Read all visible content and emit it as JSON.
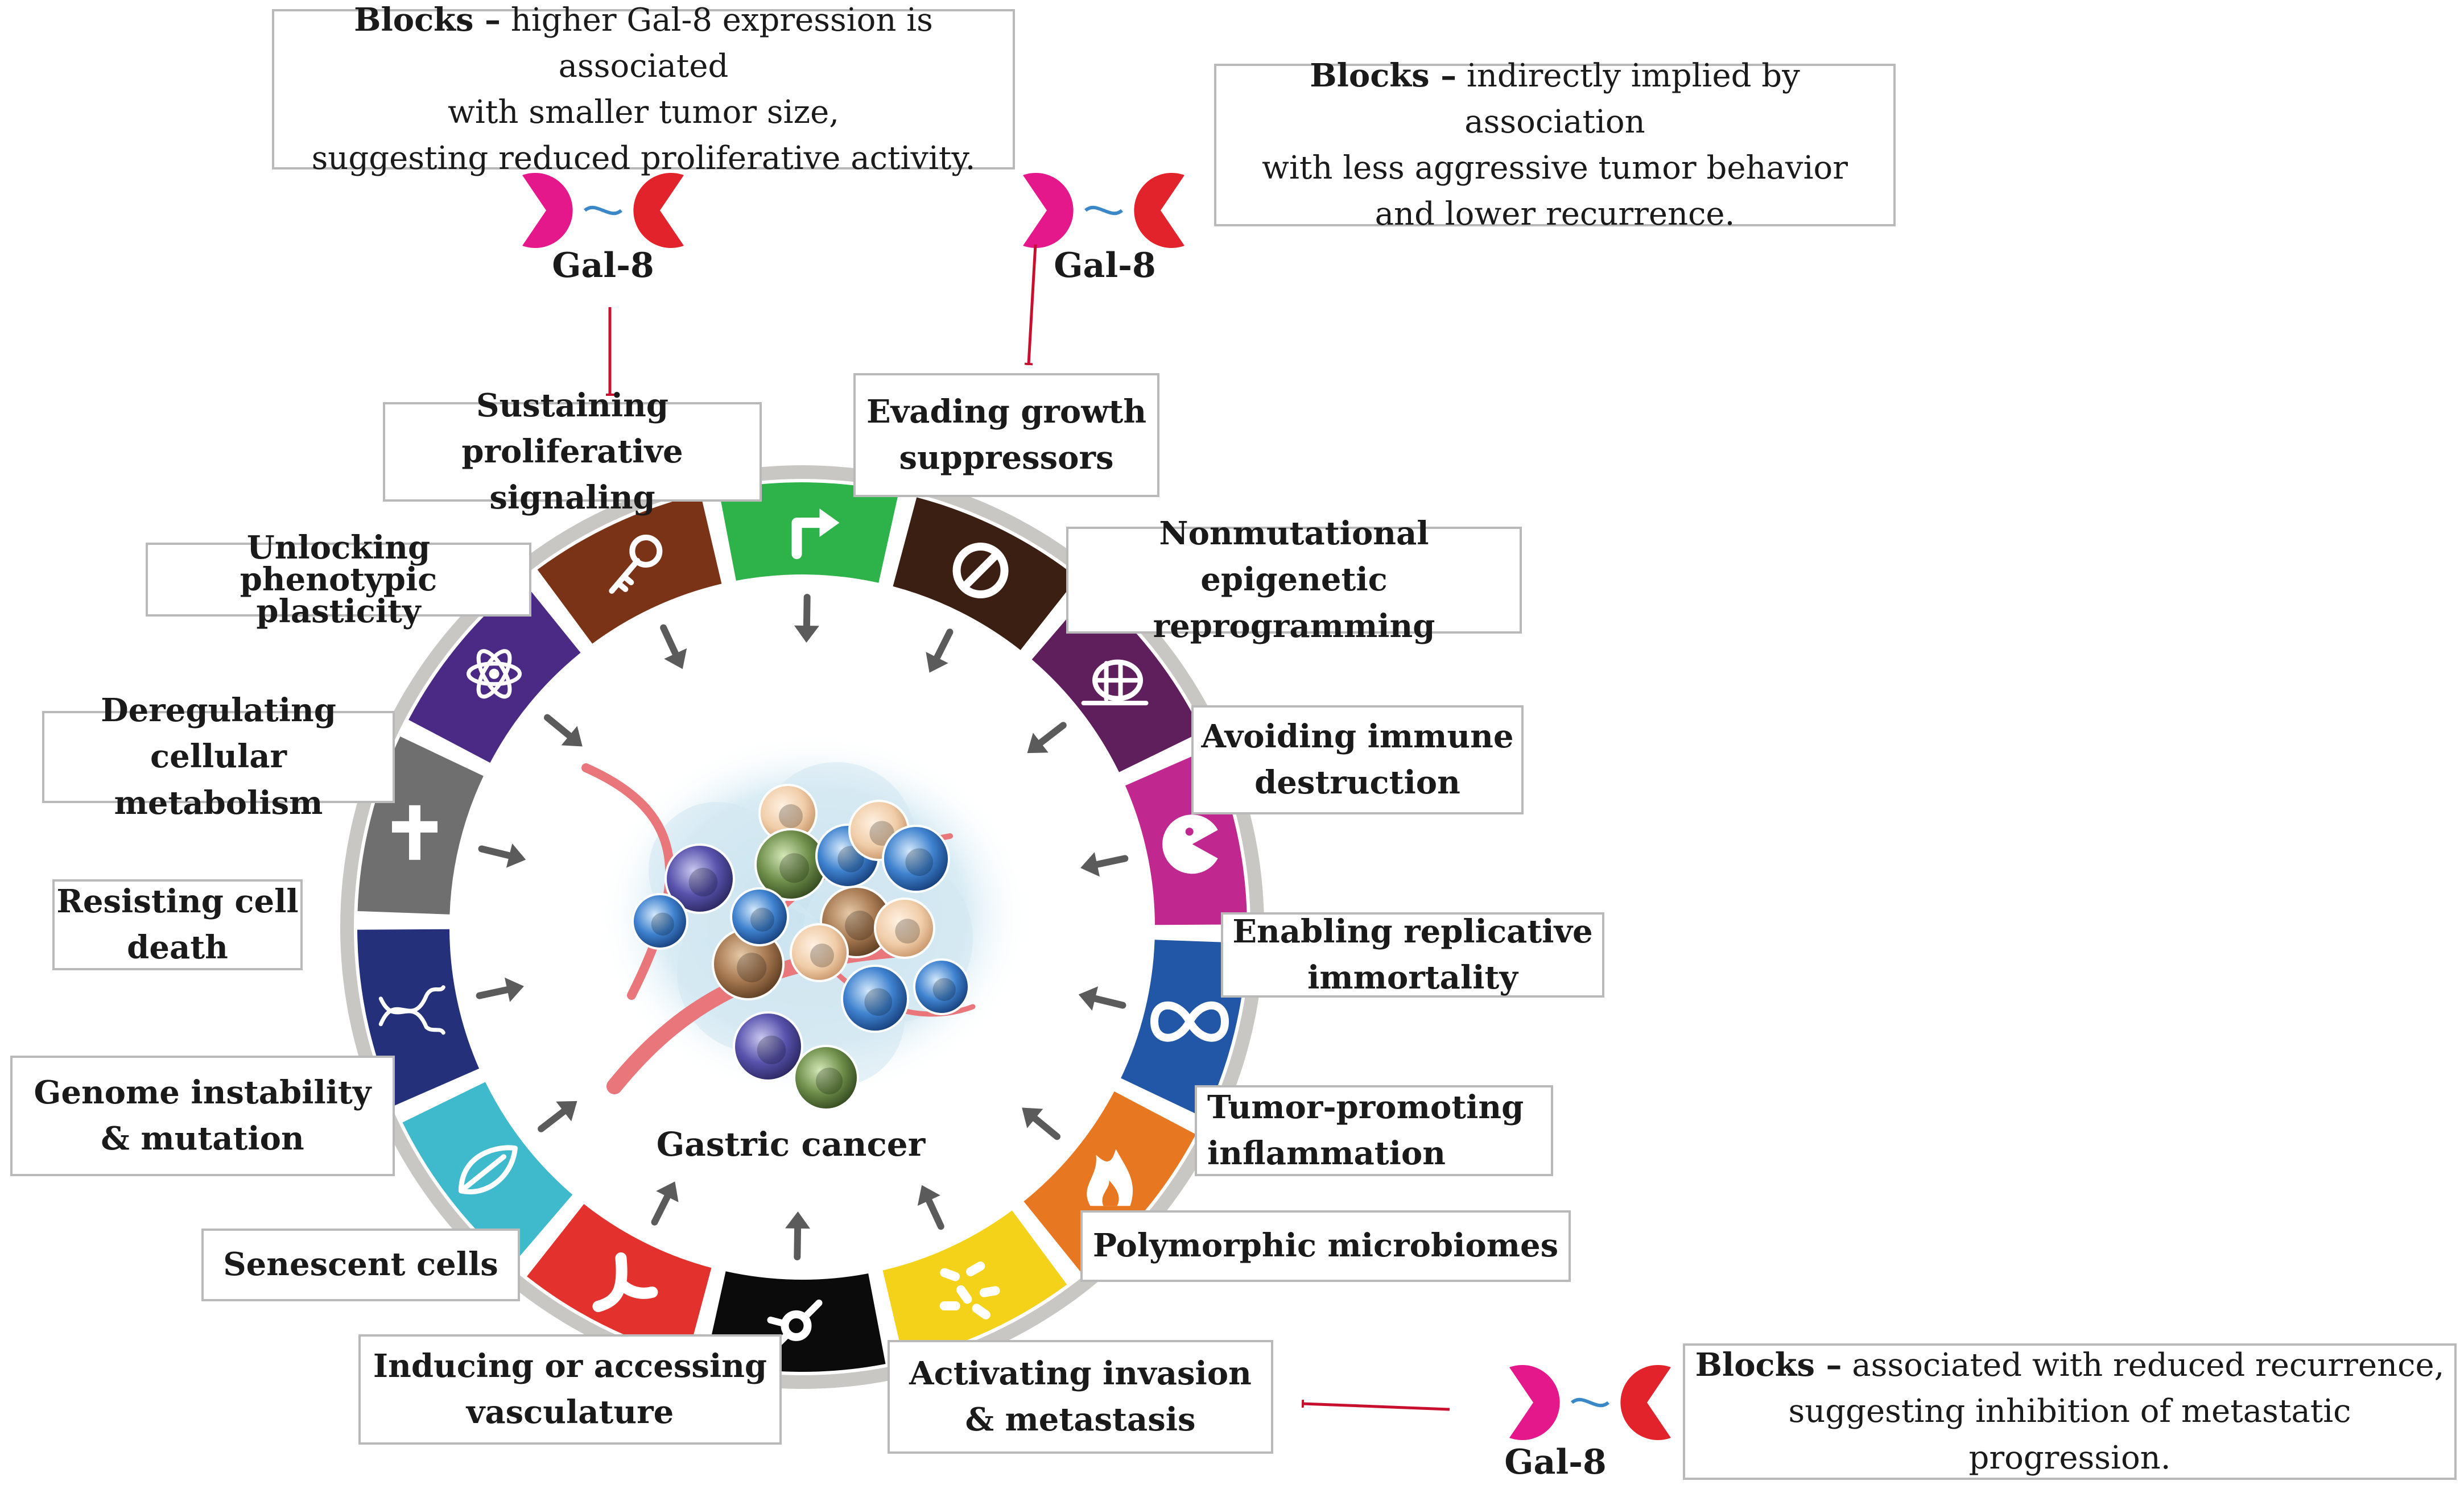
{
  "center_label": "Gastric cancer",
  "gal8_label": "Gal-8",
  "annotations": [
    {
      "id": "prolif",
      "bold": "Blocks –",
      "lines": [
        " higher Gal-8 expression is associated",
        "with smaller tumor size,",
        "suggesting reduced proliferative activity."
      ]
    },
    {
      "id": "growth",
      "bold": "Blocks –",
      "lines": [
        " indirectly implied by association",
        "with less aggressive tumor behavior",
        "and lower recurrence."
      ]
    },
    {
      "id": "invasion",
      "bold": "Blocks –",
      "lines": [
        " associated with reduced recurrence,",
        "suggesting inhibition of metastatic progression."
      ]
    }
  ],
  "hallmarks": [
    {
      "key": "prolif",
      "lines": [
        "Sustaining",
        "proliferative signaling"
      ],
      "color": "#2db34a",
      "icon": "arrow-icon"
    },
    {
      "key": "growth",
      "lines": [
        "Evading growth",
        "suppressors"
      ],
      "color": "#3b1f12",
      "icon": "prohibited-icon"
    },
    {
      "key": "epigenetic",
      "lines": [
        "Nonmutational epigenetic",
        "reprogramming"
      ],
      "color": "#5f1f5c",
      "icon": "chromatin-icon"
    },
    {
      "key": "immune",
      "lines": [
        "Avoiding immune",
        "destruction"
      ],
      "color": "#c0288f",
      "icon": "pac-cell-icon"
    },
    {
      "key": "immortality",
      "lines": [
        "Enabling replicative",
        "immortality"
      ],
      "color": "#2157a6",
      "icon": "infinity-icon"
    },
    {
      "key": "inflammation",
      "lines": [
        "Tumor-promoting",
        "inflammation"
      ],
      "color": "#e87722",
      "icon": "flame-icon"
    },
    {
      "key": "microbiome",
      "lines": [
        "Polymorphic microbiomes"
      ],
      "color": "#f3d219",
      "icon": "bacteria-icon"
    },
    {
      "key": "invasion",
      "lines": [
        "Activating invasion",
        "& metastasis"
      ],
      "color": "#0b0b0b",
      "icon": "invading-cell-icon"
    },
    {
      "key": "vasculature",
      "lines": [
        "Inducing or accessing",
        "vasculature"
      ],
      "color": "#e3312d",
      "icon": "vessel-icon"
    },
    {
      "key": "senescent",
      "lines": [
        "Senescent cells"
      ],
      "color": "#3fb9cc",
      "icon": "leaf-icon"
    },
    {
      "key": "genome",
      "lines": [
        "Genome instability",
        "& mutation"
      ],
      "color": "#25307a",
      "icon": "dna-icon"
    },
    {
      "key": "death",
      "lines": [
        "Resisting cell",
        "death"
      ],
      "color": "#6f6f6f",
      "icon": "cross-icon"
    },
    {
      "key": "metabolism",
      "lines": [
        "Deregulating",
        "cellular metabolism"
      ],
      "color": "#4b2a86",
      "icon": "atom-icon"
    },
    {
      "key": "plasticity",
      "lines": [
        "Unlocking phenotypic",
        "plasticity"
      ],
      "color": "#7a3317",
      "icon": "key-icon"
    }
  ]
}
